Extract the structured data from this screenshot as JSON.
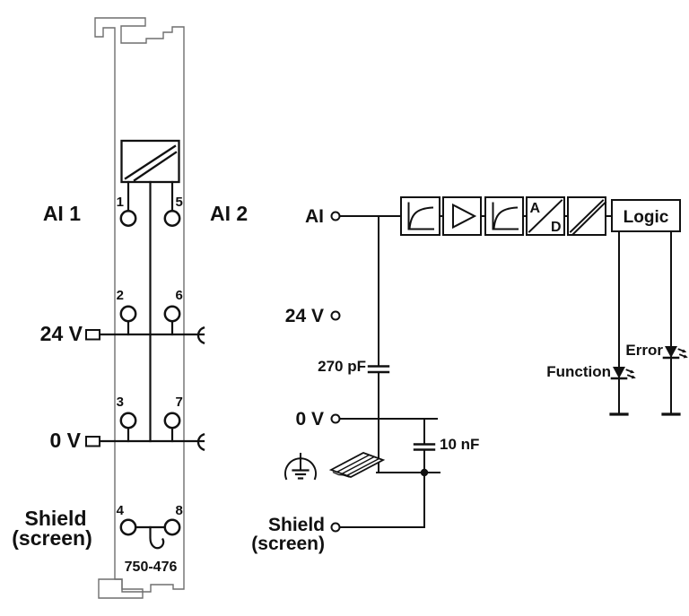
{
  "colors": {
    "line": "#111111",
    "housing_outline": "#6e6e6e",
    "background": "#ffffff"
  },
  "module": {
    "part_number": "750-476",
    "labels": {
      "ai1": "AI 1",
      "ai2": "AI 2",
      "v24": "24 V",
      "v0": "0 V",
      "shield": "Shield",
      "screen": "(screen)"
    },
    "terminal_numbers": {
      "t1": "1",
      "t2": "2",
      "t3": "3",
      "t4": "4",
      "t5": "5",
      "t6": "6",
      "t7": "7",
      "t8": "8"
    }
  },
  "schematic": {
    "signal_labels": {
      "ai": "AI",
      "v24": "24 V",
      "v0": "0 V",
      "shield": "Shield",
      "screen": "(screen)"
    },
    "capacitors": {
      "input_cap": "270 pF",
      "ground_cap": "10 nF"
    },
    "blocks": {
      "adc_top": "A",
      "adc_bottom": "D",
      "logic": "Logic"
    },
    "leds": {
      "function": "Function",
      "error": "Error"
    },
    "icons": {
      "filter": "lowpass-filter-icon",
      "amplifier": "amplifier-icon",
      "adc": "a-d-converter-icon",
      "isolation": "galvanic-isolation-icon",
      "earth": "functional-earth-icon",
      "din_rail": "din-rail-icon",
      "led": "led-icon",
      "power_jumper": "power-jumper-contact-icon"
    }
  }
}
